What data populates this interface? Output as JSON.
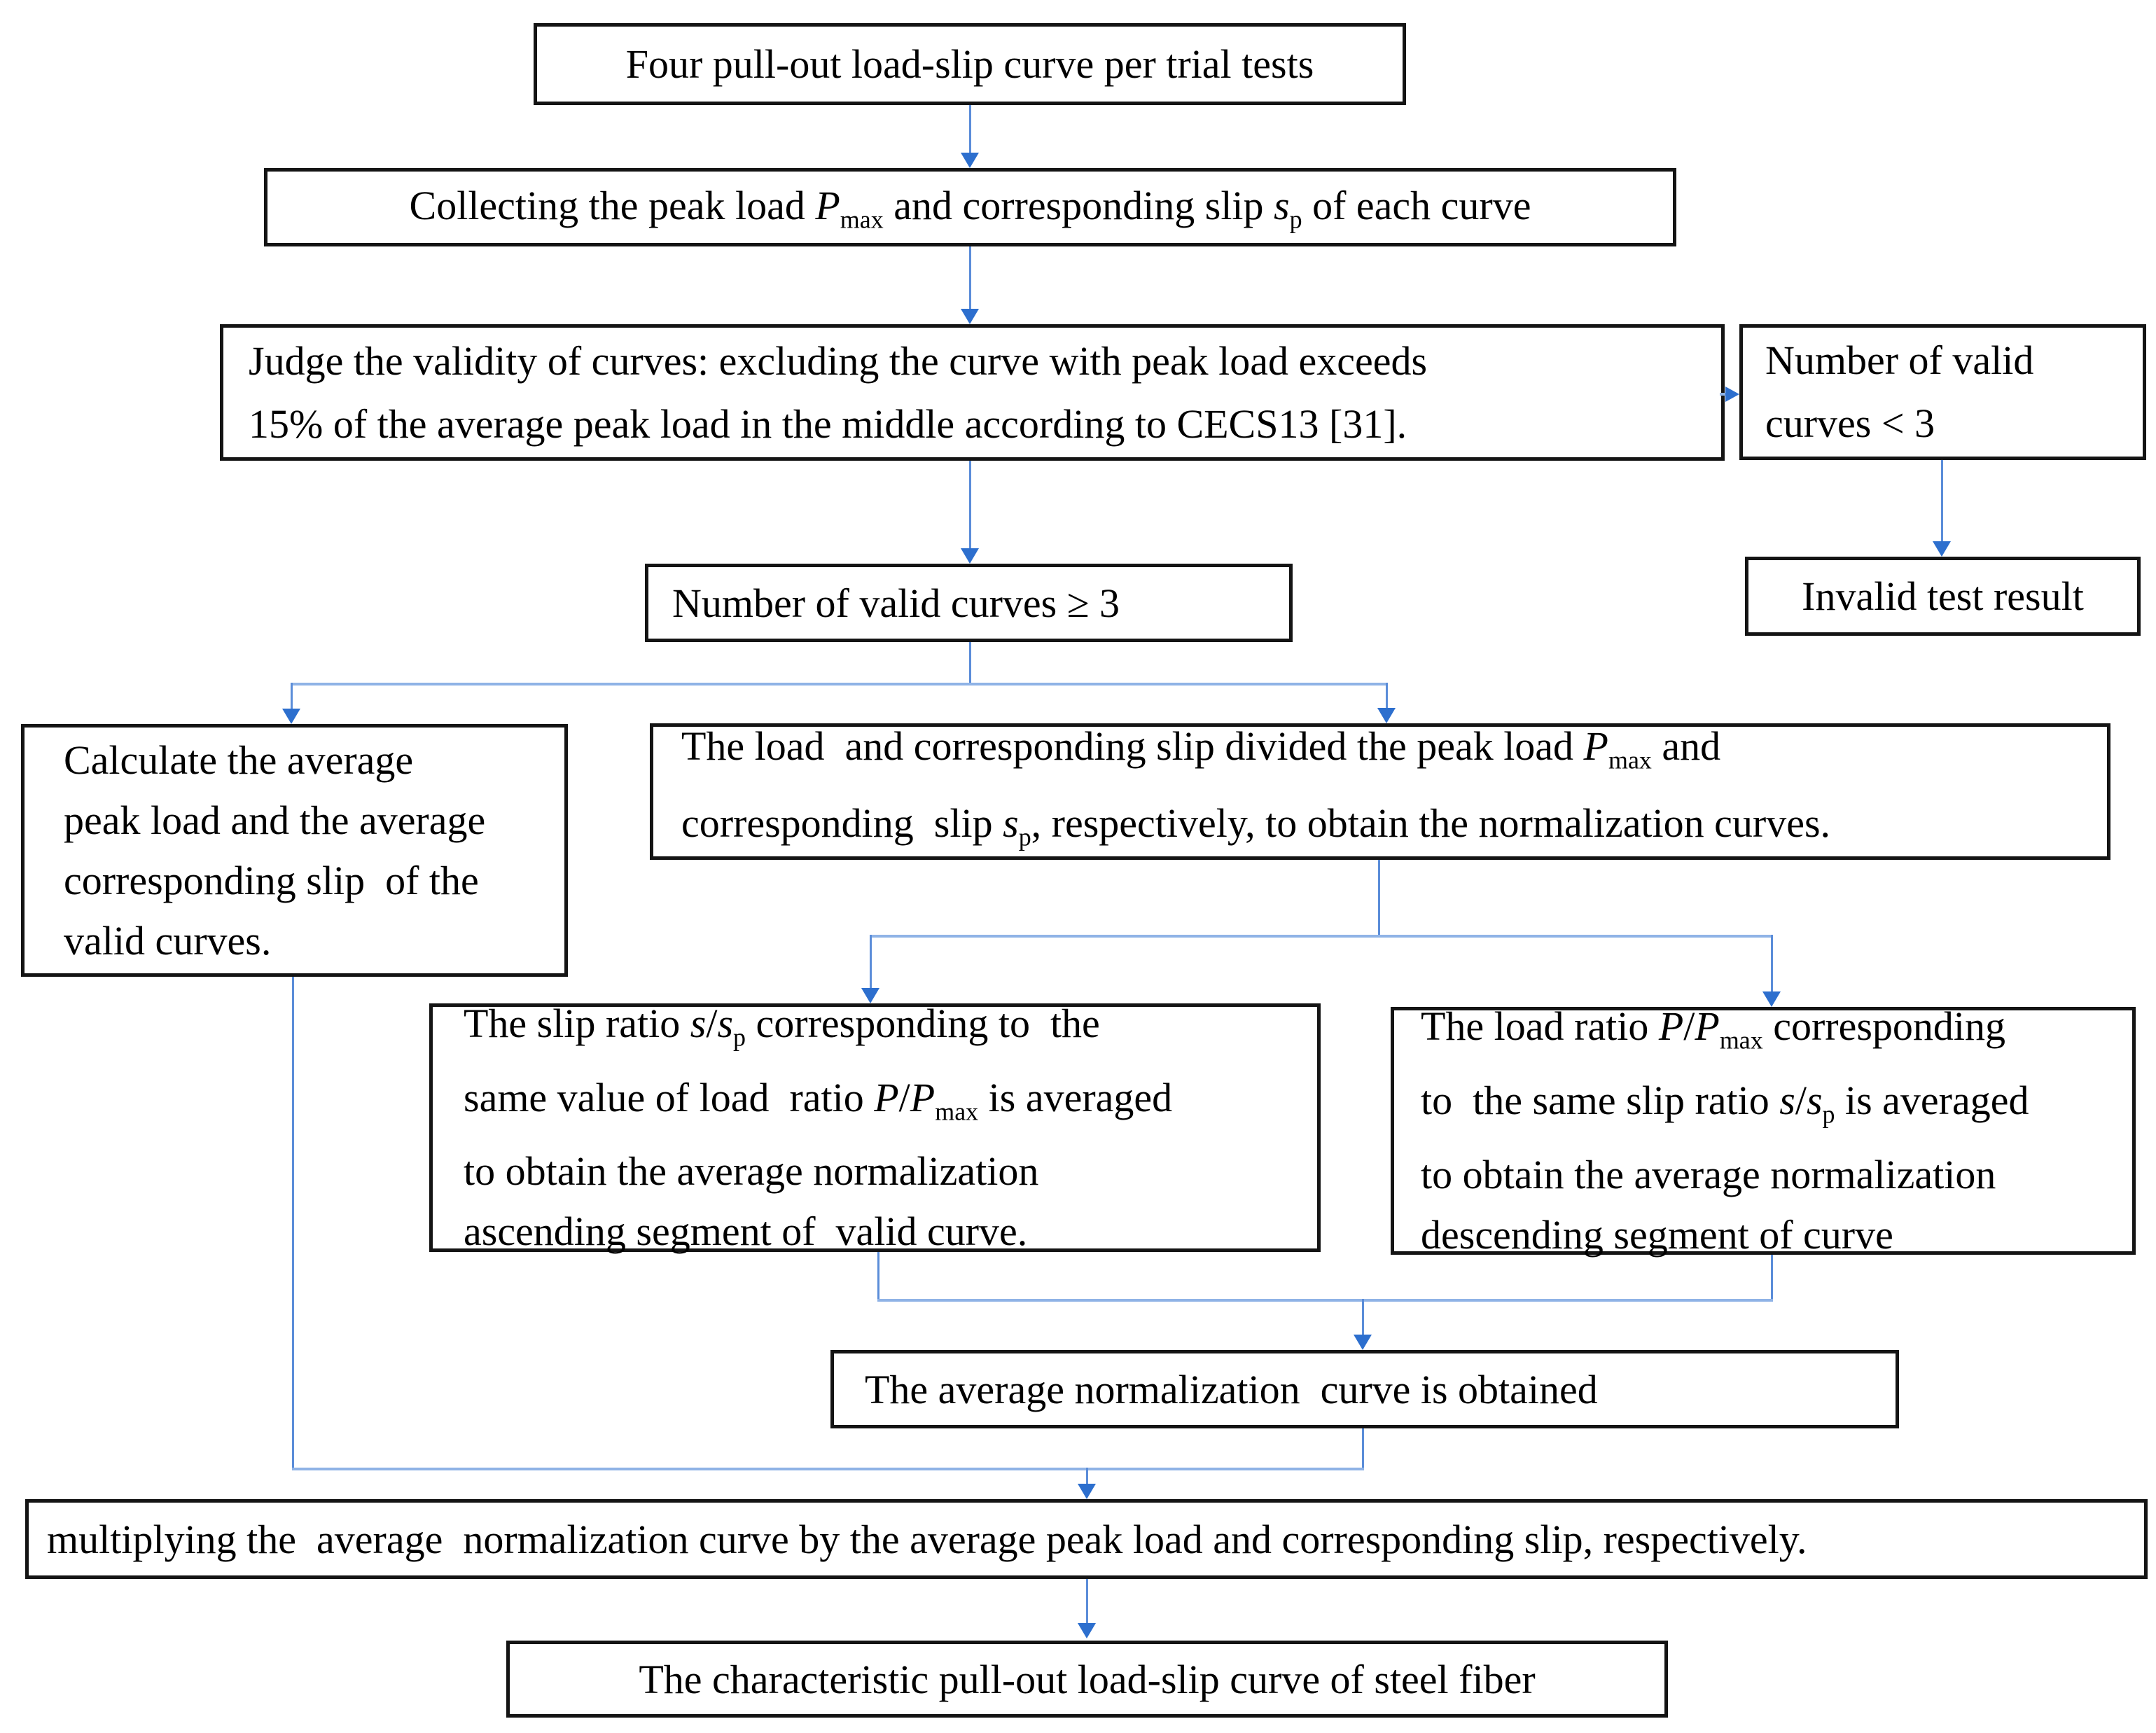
{
  "diagram_title": "Flowchart: deriving the characteristic pull-out load-slip curve of steel fiber",
  "colors": {
    "connector_line": "#5b8dd9",
    "connector_line_light": "#8fb3e6",
    "arrowhead": "#2d6fce",
    "box_border": "#141414",
    "background": "#ffffff",
    "text": "#000000"
  },
  "nodes": {
    "trial": {
      "lines": [
        [
          {
            "t": "Four pull-out load-slip curve per trial tests"
          }
        ]
      ]
    },
    "collect": {
      "lines": [
        [
          {
            "t": "Collecting the peak load "
          },
          {
            "t": "P",
            "i": 1
          },
          {
            "t": "max",
            "sub": 1
          },
          {
            "t": " and corresponding slip "
          },
          {
            "t": "s",
            "i": 1
          },
          {
            "t": "p",
            "sub": 1
          },
          {
            "t": " of each curve"
          }
        ]
      ]
    },
    "judge": {
      "lines": [
        [
          {
            "t": "Judge the validity of curves: excluding the curve with peak load exceeds"
          }
        ],
        [
          {
            "t": "15% of the average peak load in the middle according to CECS13 [31]."
          }
        ]
      ]
    },
    "num_lt3": {
      "lines": [
        [
          {
            "t": "Number of valid"
          }
        ],
        [
          {
            "t": "curves < 3"
          }
        ]
      ]
    },
    "invalid": {
      "lines": [
        [
          {
            "t": "Invalid test result"
          }
        ]
      ]
    },
    "num_ge3": {
      "lines": [
        [
          {
            "t": "Number of valid curves ≥ 3"
          }
        ]
      ]
    },
    "calc_average": {
      "lines": [
        [
          {
            "t": "Calculate the average"
          }
        ],
        [
          {
            "t": "peak load and the average"
          }
        ],
        [
          {
            "t": "corresponding slip  of the"
          }
        ],
        [
          {
            "t": "valid curves."
          }
        ]
      ]
    },
    "divide": {
      "lines": [
        [
          {
            "t": "The load  and corresponding slip divided the peak load "
          },
          {
            "t": "P",
            "i": 1
          },
          {
            "t": "max",
            "sub": 1
          },
          {
            "t": " and"
          }
        ],
        [
          {
            "t": "corresponding  slip "
          },
          {
            "t": "s",
            "i": 1
          },
          {
            "t": "p",
            "sub": 1
          },
          {
            "t": ", respectively, to obtain the normalization curves."
          }
        ]
      ]
    },
    "slip_ratio": {
      "lines": [
        [
          {
            "t": "The slip ratio "
          },
          {
            "t": "s",
            "i": 1
          },
          {
            "t": "/"
          },
          {
            "t": "s",
            "i": 1
          },
          {
            "t": "p",
            "sub": 1
          },
          {
            "t": " corresponding to  the"
          }
        ],
        [
          {
            "t": "same value of load  ratio "
          },
          {
            "t": "P",
            "i": 1
          },
          {
            "t": "/"
          },
          {
            "t": "P",
            "i": 1
          },
          {
            "t": "max",
            "sub": 1
          },
          {
            "t": " is averaged"
          }
        ],
        [
          {
            "t": "to obtain the average normalization"
          }
        ],
        [
          {
            "t": "ascending segment of  valid curve."
          }
        ]
      ]
    },
    "load_ratio": {
      "lines": [
        [
          {
            "t": "The load ratio "
          },
          {
            "t": "P",
            "i": 1
          },
          {
            "t": "/"
          },
          {
            "t": "P",
            "i": 1
          },
          {
            "t": "max",
            "sub": 1
          },
          {
            "t": " corresponding"
          }
        ],
        [
          {
            "t": "to  the same slip ratio "
          },
          {
            "t": "s",
            "i": 1
          },
          {
            "t": "/"
          },
          {
            "t": "s",
            "i": 1
          },
          {
            "t": "p",
            "sub": 1
          },
          {
            "t": " is averaged"
          }
        ],
        [
          {
            "t": "to obtain the average normalization"
          }
        ],
        [
          {
            "t": "descending segment of curve"
          }
        ]
      ]
    },
    "avg_norm": {
      "lines": [
        [
          {
            "t": "The average normalization  curve is obtained"
          }
        ]
      ]
    },
    "multiply": {
      "lines": [
        [
          {
            "t": "multiplying the  average  normalization curve by the average peak load and corresponding slip, respectively."
          }
        ]
      ]
    },
    "final": {
      "lines": [
        [
          {
            "t": "The characteristic pull-out load-slip curve of steel fiber"
          }
        ]
      ]
    }
  }
}
